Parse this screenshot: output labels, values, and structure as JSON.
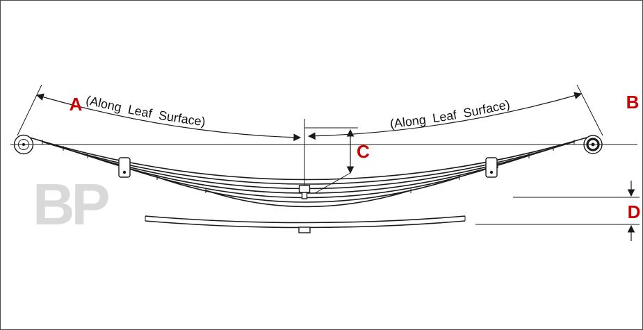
{
  "diagram": {
    "labels": {
      "a": "A",
      "b": "B",
      "c": "C",
      "d": "D"
    },
    "annotations": {
      "along_leaf_left": "(Along Leaf Surface)",
      "along_leaf_right": "(Along Leaf Surface)"
    },
    "watermark": "BP",
    "colors": {
      "dimension_label": "#cc0000",
      "line": "#1a1a1a",
      "watermark": "#d9d9d9",
      "background": "#ffffff"
    }
  }
}
